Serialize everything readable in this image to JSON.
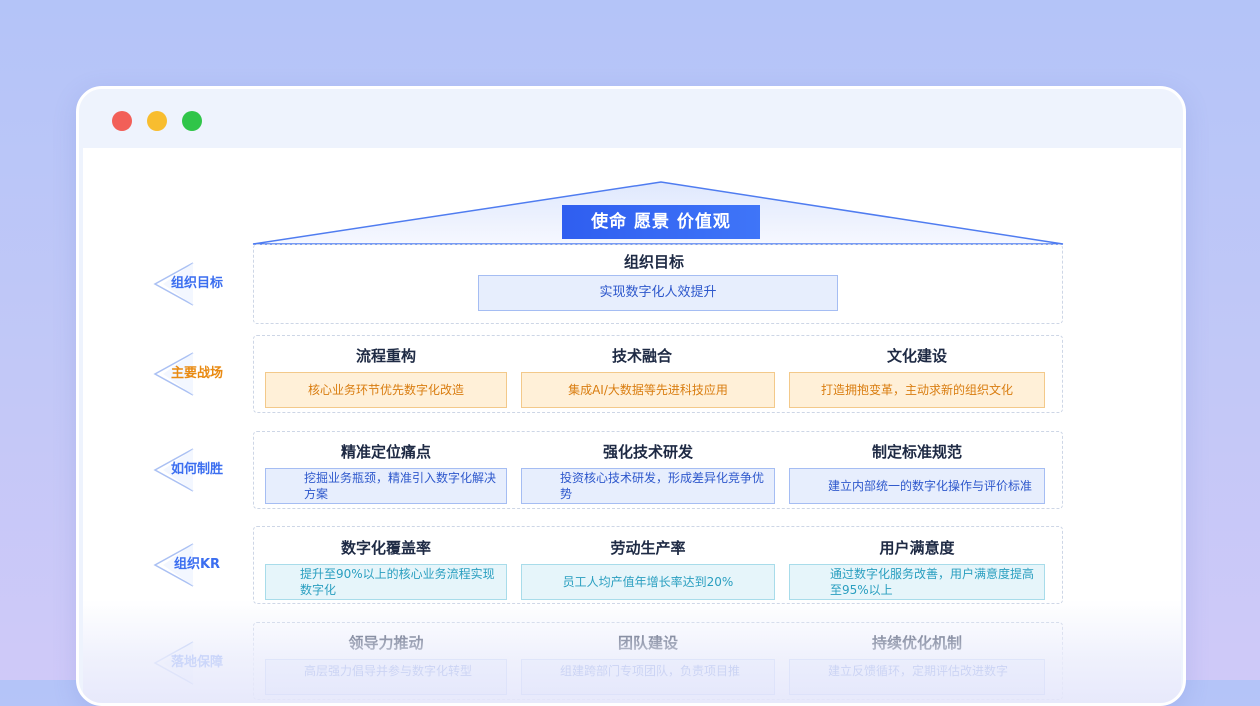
{
  "window": {
    "controls": [
      "close",
      "minimize",
      "maximize"
    ]
  },
  "mission": "使命 愿景 价值观",
  "goal": {
    "title": "组织目标",
    "box": "实现数字化人效提升"
  },
  "rows": [
    {
      "label": "组织目标",
      "label_color": "#3b6ef0"
    },
    {
      "label": "主要战场",
      "label_color": "#e98a12",
      "items": [
        {
          "title": "流程重构",
          "text": "核心业务环节优先数字化改造"
        },
        {
          "title": "技术融合",
          "text": "集成AI/大数据等先进科技应用"
        },
        {
          "title": "文化建设",
          "text": "打造拥抱变革，主动求新的组织文化"
        }
      ]
    },
    {
      "label": "如何制胜",
      "label_color": "#3b6ef0",
      "items": [
        {
          "title": "精准定位痛点",
          "text": "挖掘业务瓶颈，精准引入数字化解决方案"
        },
        {
          "title": "强化技术研发",
          "text": "投资核心技术研发，形成差异化竞争优势"
        },
        {
          "title": "制定标准规范",
          "text": "建立内部统一的数字化操作与评价标准"
        }
      ]
    },
    {
      "label": "组织KR",
      "label_color": "#3b6ef0",
      "items": [
        {
          "title": "数字化覆盖率",
          "text": "提升至90%以上的核心业务流程实现数字化"
        },
        {
          "title": "劳动生产率",
          "text": "员工人均产值年增长率达到20%"
        },
        {
          "title": "用户满意度",
          "text": "通过数字化服务改善，用户满意度提高至95%以上"
        }
      ]
    },
    {
      "label": "落地保障",
      "label_color": "#3b6ef0",
      "items": [
        {
          "title": "领导力推动",
          "text": "高层强力倡导并参与数字化转型"
        },
        {
          "title": "团队建设",
          "text": "组建跨部门专项团队，负责项目推"
        },
        {
          "title": "持续优化机制",
          "text": "建立反馈循环，定期评估改进数字"
        }
      ]
    }
  ]
}
